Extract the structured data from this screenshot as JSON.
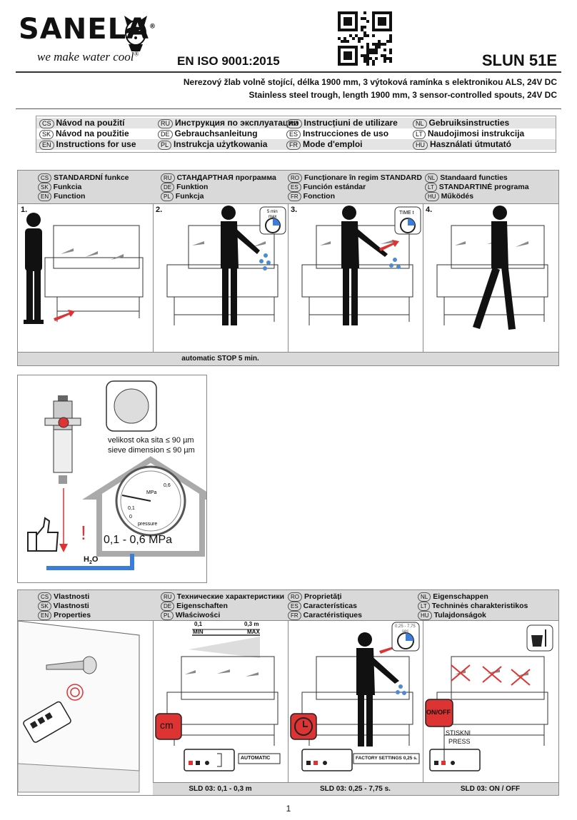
{
  "header": {
    "brand": "SANELA",
    "slogan": "we make water cool",
    "registered": "®",
    "iso": "EN ISO 9001:2015",
    "model": "SLUN 51E",
    "desc_cs": "Nerezový žlab volně stojící, délka 1900 mm, 3 výtoková ramínka s elektronikou ALS, 24V DC",
    "desc_en": "Stainless steel trough, length 1900 mm, 3 sensor-controlled spouts, 24V DC"
  },
  "languages": [
    {
      "code": "CS",
      "label": "Návod na použití"
    },
    {
      "code": "RU",
      "label": "Инструкция по эксплуатации"
    },
    {
      "code": "RO",
      "label": "Instrucțiuni de utilizare"
    },
    {
      "code": "NL",
      "label": "Gebruiksinstructies"
    },
    {
      "code": "SK",
      "label": "Návod na použitie"
    },
    {
      "code": "DE",
      "label": "Gebrauchsanleitung"
    },
    {
      "code": "ES",
      "label": "Instrucciones de uso"
    },
    {
      "code": "LT",
      "label": "Naudojimosi instrukcija"
    },
    {
      "code": "EN",
      "label": "Instructions for use"
    },
    {
      "code": "PL",
      "label": "Instrukcja użytkowania"
    },
    {
      "code": "FR",
      "label": "Mode d'emploi"
    },
    {
      "code": "HU",
      "label": "Használati útmutató"
    }
  ],
  "function_section": {
    "headers": [
      {
        "code": "CS",
        "label": "STANDARDNÍ funkce"
      },
      {
        "code": "RU",
        "label": "СТАНДАРТНАЯ программа"
      },
      {
        "code": "RO",
        "label": "Funcționare în regim STANDARD"
      },
      {
        "code": "NL",
        "label": "Standaard functies"
      },
      {
        "code": "SK",
        "label": "Funkcia"
      },
      {
        "code": "DE",
        "label": "Funktion"
      },
      {
        "code": "ES",
        "label": "Función estándar"
      },
      {
        "code": "LT",
        "label": "STANDARTINĖ programa"
      },
      {
        "code": "EN",
        "label": "Function"
      },
      {
        "code": "PL",
        "label": "Funkcja"
      },
      {
        "code": "FR",
        "label": "Fonction"
      },
      {
        "code": "HU",
        "label": "Működés"
      }
    ],
    "panels": [
      "1.",
      "2.",
      "3.",
      "4."
    ],
    "timer_5min": "5 min",
    "timer_max": "max",
    "timer_t": "TIME t",
    "footer": "automatic STOP 5 min."
  },
  "filter_section": {
    "sieve_cs": "velikost oka sita ≤ 90 µm",
    "sieve_en": "sieve dimension ≤ 90 µm",
    "gauge_unit": "MPa",
    "gauge_06": "0,6",
    "gauge_01": "0,1",
    "gauge_0": "0",
    "gauge_pressure": "pressure",
    "pressure_range": "0,1 - 0,6 MPa",
    "water_h": "H",
    "water_2": "2",
    "water_o": "O",
    "warning": "!"
  },
  "properties_section": {
    "headers": [
      {
        "code": "CS",
        "label": "Vlastnosti"
      },
      {
        "code": "RU",
        "label": "Технические характеристики"
      },
      {
        "code": "RO",
        "label": "Proprietăți"
      },
      {
        "code": "NL",
        "label": "Eigenschappen"
      },
      {
        "code": "SK",
        "label": "Vlastnosti"
      },
      {
        "code": "DE",
        "label": "Eigenschaften"
      },
      {
        "code": "ES",
        "label": "Características"
      },
      {
        "code": "LT",
        "label": "Techninės charakteristikos"
      },
      {
        "code": "EN",
        "label": "Properties"
      },
      {
        "code": "PL",
        "label": "Właściwości"
      },
      {
        "code": "FR",
        "label": "Caractéristiques"
      },
      {
        "code": "HU",
        "label": "Tulajdonságok"
      }
    ],
    "range_min_val": "0,1",
    "range_max_val": "0,3 m",
    "range_min": "MIN",
    "range_max": "MAX",
    "cm": "cm",
    "automatic": "AUTOMATIC",
    "factory": "FACTORY SETTINGS 0,25 s.",
    "timer_range": "0,25 - 7,75",
    "timer_sec": "sec",
    "onoff": "ON/OFF",
    "press_cs": "STISKNI",
    "press_en": "PRESS",
    "footers": [
      "SLD 03: 0,1 - 0,3 m",
      "SLD 03: 0,25 - 7,75 s.",
      "SLD 03: ON / OFF"
    ]
  },
  "page_number": "1"
}
